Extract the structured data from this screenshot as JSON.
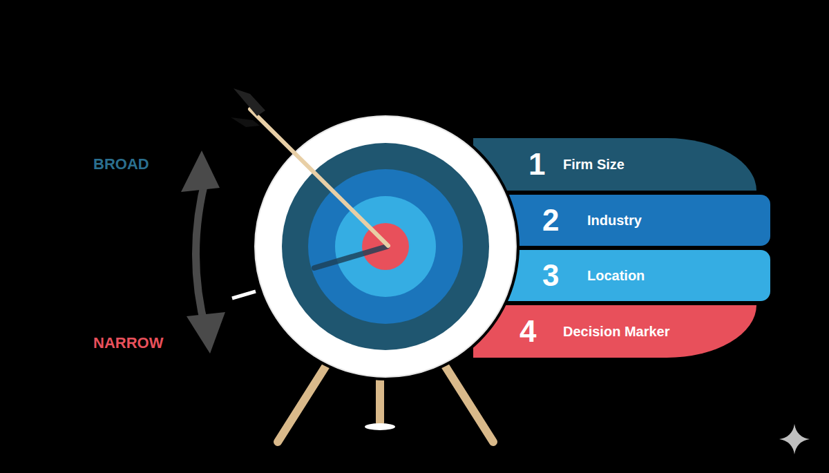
{
  "diagram": {
    "nodes": [
      {
        "text": [
          "1",
          "Firm Size"
        ]
      },
      {
        "text": [
          "2",
          "Industry"
        ]
      },
      {
        "text": [
          "3",
          "Location"
        ]
      },
      {
        "text": [
          "4",
          "Decision Marker"
        ]
      }
    ],
    "labels": [
      "BROAD",
      "NARROW"
    ]
  }
}
